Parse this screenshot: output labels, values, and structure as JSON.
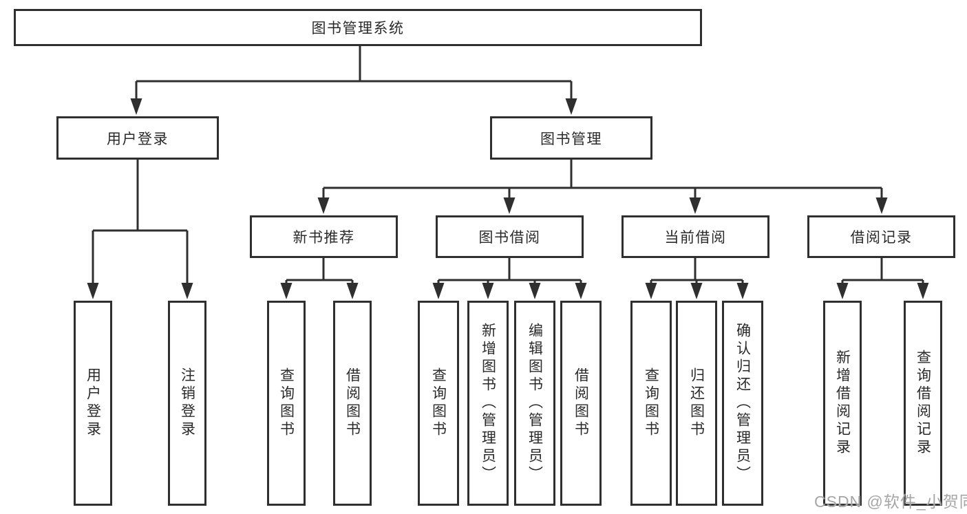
{
  "colors": {
    "line": "#2f2f2f",
    "text": "#2a2a2a",
    "box_bg": "#ffffff",
    "background": "#ffffff",
    "watermark": "#a6a6a6"
  },
  "root": {
    "label": "图书管理系统"
  },
  "level2": {
    "user_login": {
      "label": "用户登录"
    },
    "book_mgmt": {
      "label": "图书管理"
    }
  },
  "level3": {
    "new_book": {
      "label": "新书推荐"
    },
    "borrow": {
      "label": "图书借阅"
    },
    "current": {
      "label": "当前借阅"
    },
    "records": {
      "label": "借阅记录"
    }
  },
  "leaves": {
    "user_login": [
      "用户登录",
      "注销登录"
    ],
    "new_book": [
      "查询图书",
      "借阅图书"
    ],
    "borrow": [
      "查询图书",
      "新增图书（管理员）",
      "编辑图书（管理员）",
      "借阅图书"
    ],
    "current": [
      "查询图书",
      "归还图书",
      "确认归还（管理员）"
    ],
    "records": [
      "新增借阅记录",
      "查询借阅记录"
    ]
  },
  "watermark": {
    "text": "CSDN @软件_小贺同学"
  }
}
